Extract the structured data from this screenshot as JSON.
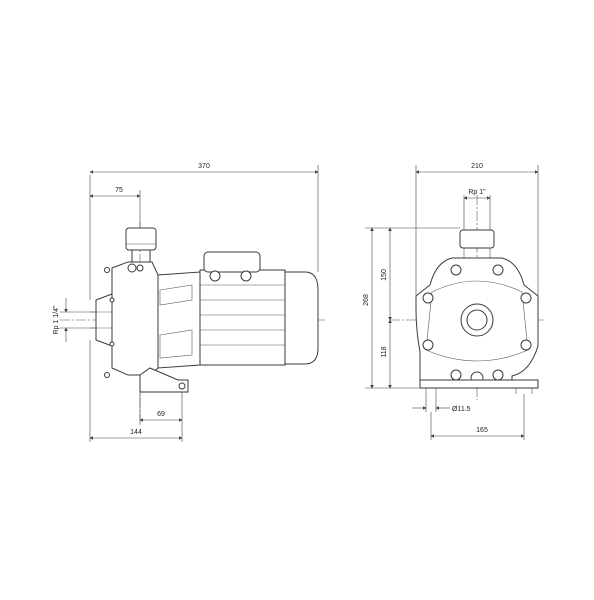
{
  "side_view": {
    "dim_overall_length": "370",
    "dim_inlet_offset": "75",
    "dim_inlet_thread": "Rp 1 1/4\"",
    "dim_foot_length": "69",
    "dim_foot_to_front": "144"
  },
  "front_view": {
    "dim_overall_width": "210",
    "dim_outlet_thread": "Rp 1\"",
    "dim_total_height": "268",
    "dim_upper_height": "150",
    "dim_lower_height": "118",
    "dim_bolt_hole": "Ø11.5",
    "dim_foot_spacing": "165"
  },
  "colors": {
    "line": "#3a3a3a",
    "background": "#ffffff"
  }
}
